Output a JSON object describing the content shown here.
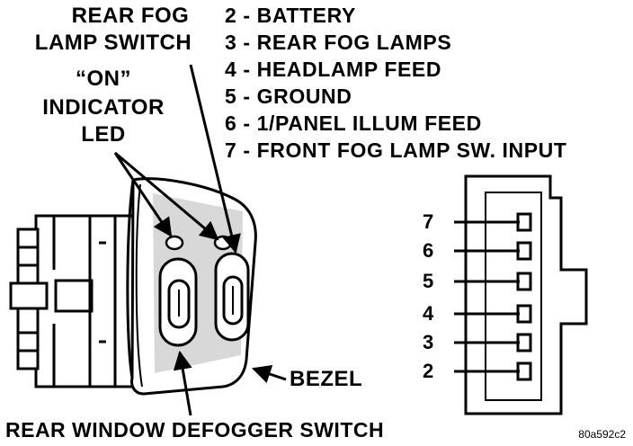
{
  "labels": {
    "rear_fog_switch_line1": "REAR FOG",
    "rear_fog_switch_line2": "LAMP SWITCH",
    "on_indicator_line1": "“ON”",
    "on_indicator_line2": "INDICATOR",
    "on_indicator_line3": "LED",
    "bezel": "BEZEL",
    "defogger": "REAR WINDOW DEFOGGER SWITCH",
    "figure_code": "80a592c2"
  },
  "legend": [
    {
      "text": "2 - BATTERY"
    },
    {
      "text": "3 - REAR FOG LAMPS"
    },
    {
      "text": "4 - HEADLAMP FEED"
    },
    {
      "text": "5 - GROUND"
    },
    {
      "text": "6 - 1/PANEL ILLUM FEED"
    },
    {
      "text": "7 - FRONT FOG LAMP SW. INPUT"
    }
  ],
  "pins": [
    {
      "number": "7"
    },
    {
      "number": "6"
    },
    {
      "number": "5"
    },
    {
      "number": "4"
    },
    {
      "number": "3"
    },
    {
      "number": "2"
    }
  ]
}
